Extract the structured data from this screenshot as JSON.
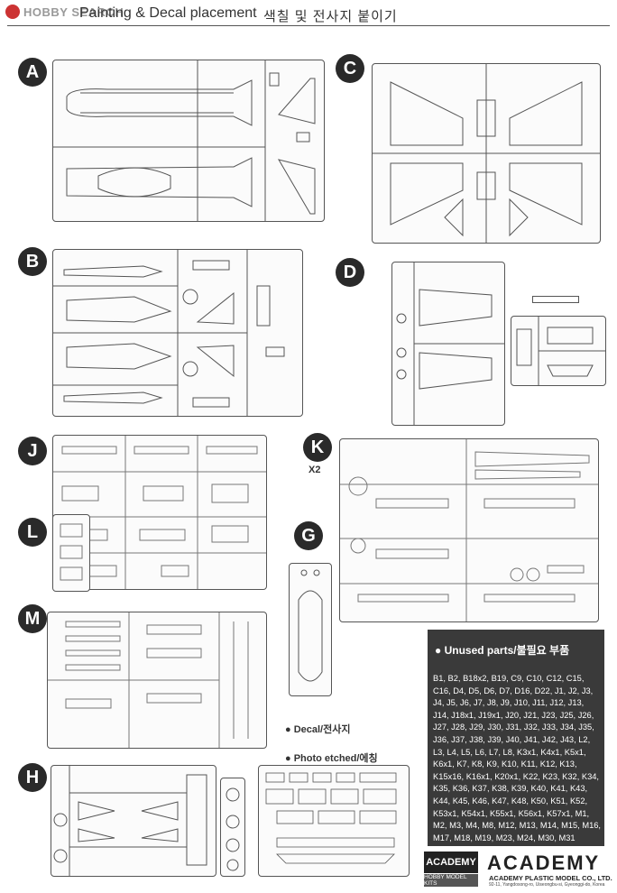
{
  "watermark": {
    "text": "HOBBY SEARCH"
  },
  "header": {
    "title": "Painting & Decal placement",
    "title_ko": "색칠 및 전사지 붙이기"
  },
  "sections": {
    "A": "A",
    "B": "B",
    "C": "C",
    "D": "D",
    "J": "J",
    "K": "K",
    "L": "L",
    "G": "G",
    "M": "M",
    "H": "H"
  },
  "k_multiplier": "X2",
  "unused_parts": {
    "title": "● Unused parts/불필요 부품",
    "list": "B1, B2, B18x2, B19, C9, C10, C12, C15, C16, D4, D5, D6, D7, D16, D22, J1, J2, J3, J4, J5, J6, J7, J8, J9, J10, J11, J12, J13, J14, J18x1, J19x1, J20, J21, J23, J25, J26, J27, J28, J29, J30, J31, J32, J33, J34, J35, J36, J37, J38, J39, J40, J41, J42, J43, L2, L3, L4, L5, L6, L7, L8, K3x1, K4x1, K5x1, K6x1, K7, K8, K9, K10, K11, K12, K13, K15x16, K16x1, K20x1, K22, K23, K32, K34, K35, K36, K37, K38, K39, K40, K41, K43, K44, K45, K46, K47, K48, K50, K51, K52, K53x1, K54x1, K55x1, K56x1, K57x1, M1, M2, M3, M4, M8, M12, M13, M14, M15, M16, M17, M18, M19, M23, M24, M30, M31"
  },
  "notes": {
    "decal": "● Decal/전사지",
    "photo_etched": "● Photo etched/에칭"
  },
  "footer": {
    "box_top": "ACADEMY",
    "box_bottom": "HOBBY MODEL KITS",
    "logo": "ACADEMY",
    "company": "ACADEMY PLASTIC MODEL CO., LTD.",
    "address": "92-11, Yangdosong-ro, Uiseongbu-si, Gyeonggi-do, Korea"
  }
}
